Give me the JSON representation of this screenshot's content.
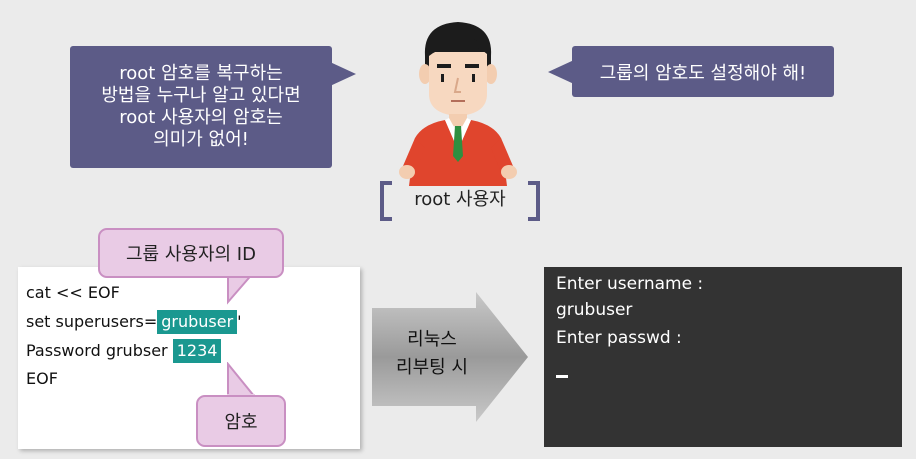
{
  "speech_left": "root 암호를 복구하는\n방법을 누구나 알고 있다면\nroot 사용자의 암호는\n의미가 없어!",
  "speech_right": "그룹의 암호도 설정해야 해!",
  "role_label": "root 사용자",
  "code": {
    "line1": "cat  << EOF",
    "line2_prefix": "set superusers=",
    "line2_highlight": "grubuser",
    "line2_suffix": "'",
    "line3_prefix": "Password grubser ",
    "line3_highlight": "1234",
    "line4": "EOF"
  },
  "callouts": {
    "group_id": "그룹 사용자의 ID",
    "password": "암호"
  },
  "arrow_label": "리눅스\n리부팅 시",
  "terminal": {
    "line1": "Enter username :",
    "line2": "grubuser",
    "line3": "Enter passwd :"
  },
  "colors": {
    "bubble": "#5c5b87",
    "highlight": "#1a9890",
    "callout_fill": "#e9cbe5",
    "terminal_bg": "#333333"
  }
}
